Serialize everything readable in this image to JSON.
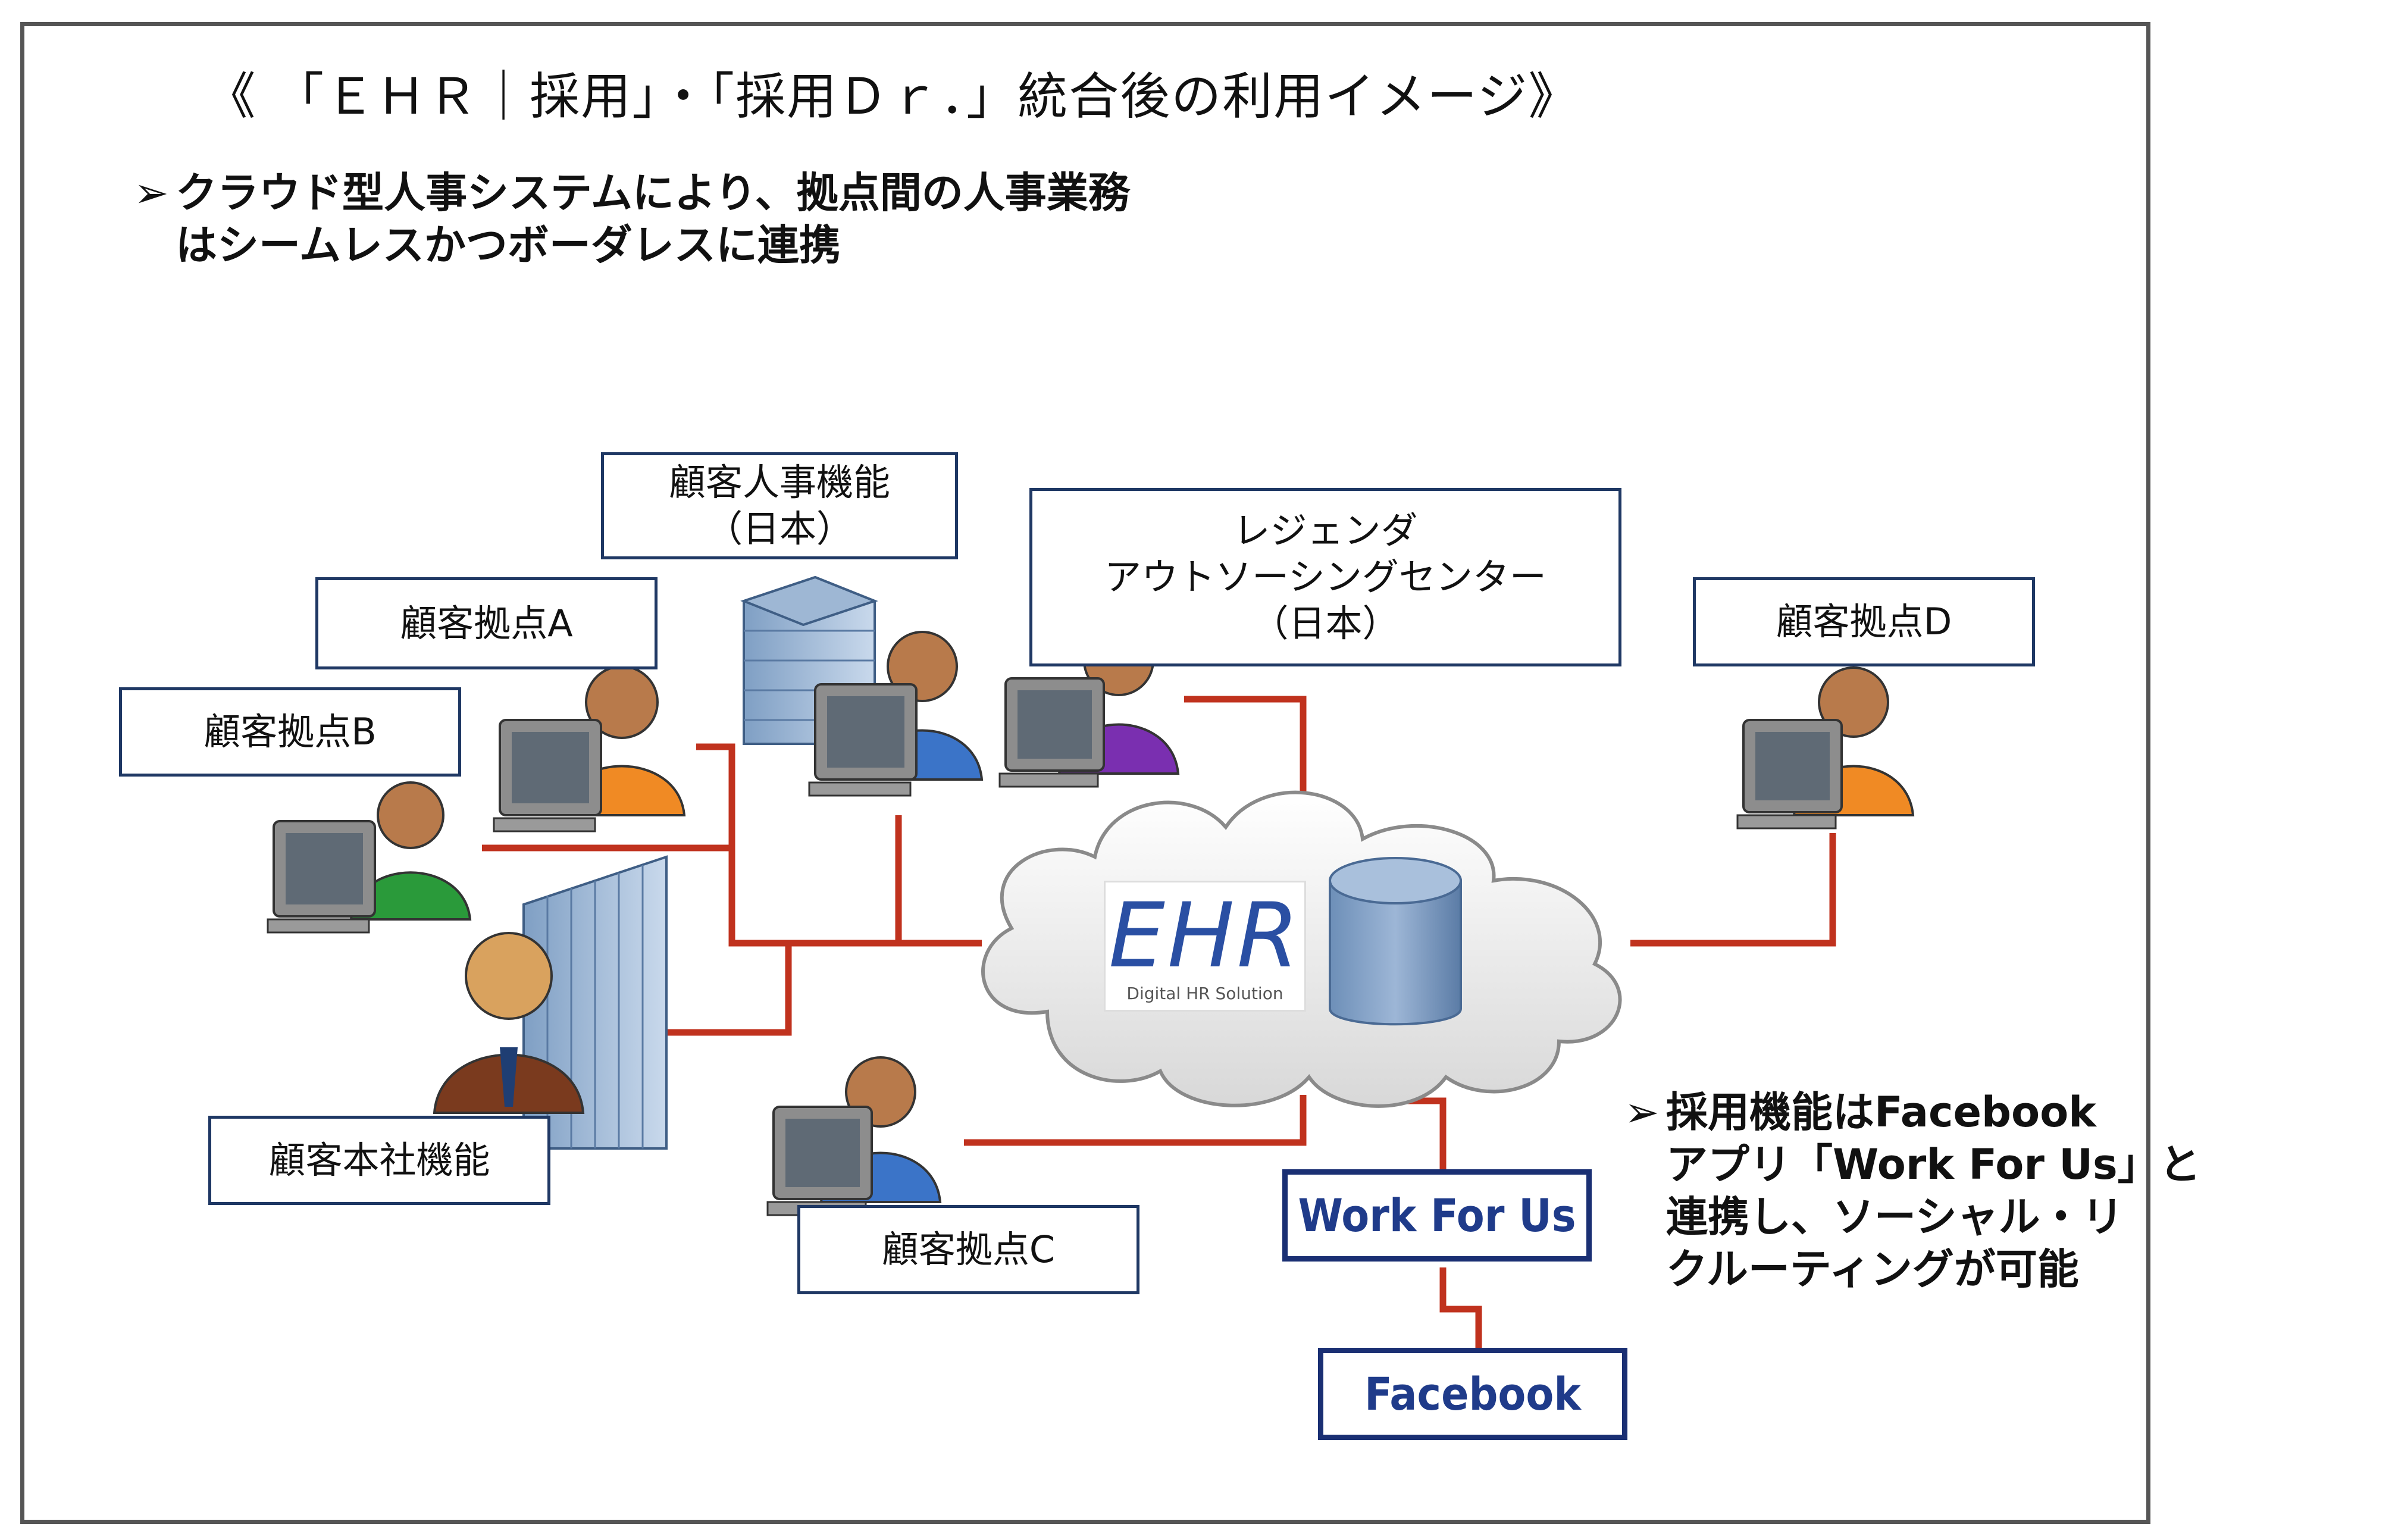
{
  "title": "《 「ＥＨＲ｜採用」・「採用Ｄｒ．」統合後の利用イメージ》",
  "bullet_top": {
    "mark": "➢",
    "line1": "クラウド型人事システムにより、拠点間の人事業務",
    "line2": "はシームレスかつボーダレスに連携"
  },
  "bullet_bottom": {
    "mark": "➢",
    "line1": "採用機能はFacebook",
    "line2": "アプリ「Work For Us」と",
    "line3": "連携し、ソーシャル・リ",
    "line4": "クルーティングが可能"
  },
  "labels": {
    "hr_japan_line1": "顧客人事機能",
    "hr_japan_line2": "（日本）",
    "outsourcing_line1": "レジェンダ",
    "outsourcing_line2": "アウトソーシングセンター",
    "outsourcing_line3": "（日本）",
    "site_a": "顧客拠点A",
    "site_b": "顧客拠点B",
    "site_c": "顧客拠点C",
    "site_d": "顧客拠点D",
    "headquarters": "顧客本社機能"
  },
  "cloud": {
    "logo_text": "EHR",
    "logo_sub": "Digital HR Solution"
  },
  "services": {
    "work_for_us": "Work For Us",
    "facebook": "Facebook"
  },
  "colors": {
    "land": "#fdf17a",
    "land_outline": "#222222",
    "connector": "#c0321e",
    "box_border": "#1f3864",
    "service_border": "#1a2f73",
    "service_text": "#1f3b8a"
  }
}
